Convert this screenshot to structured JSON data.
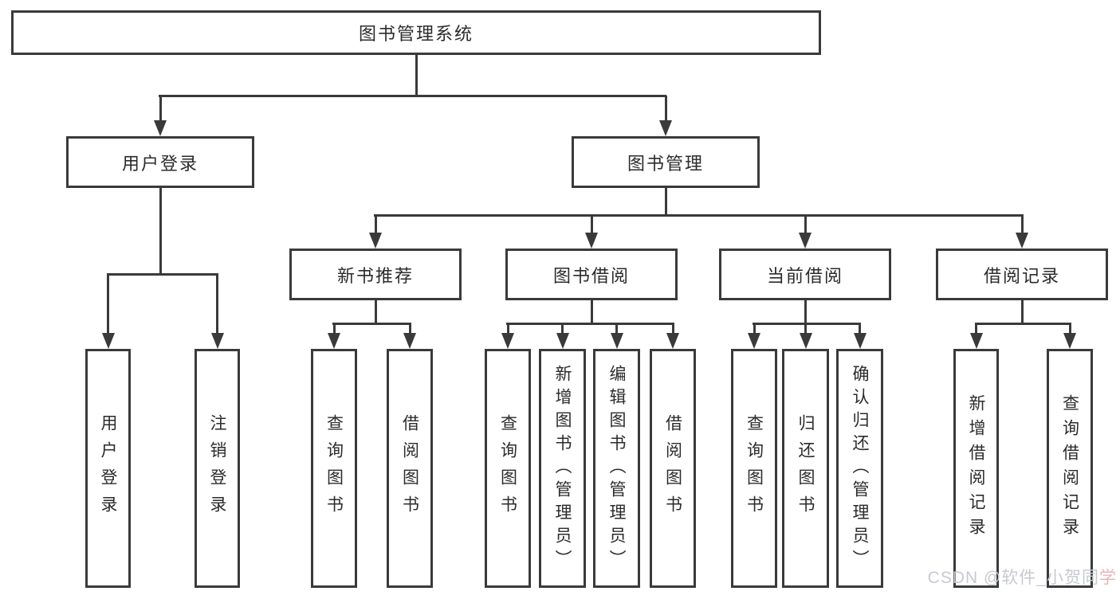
{
  "diagram_title": "图书管理系统",
  "nodes": {
    "root": {
      "label": "图书管理系统"
    },
    "user_login": {
      "label": "用户登录"
    },
    "book_mgmt": {
      "label": "图书管理"
    },
    "new_book_rec": {
      "label": "新书推荐"
    },
    "book_borrow": {
      "label": "图书借阅"
    },
    "current_borrow": {
      "label": "当前借阅"
    },
    "borrow_record": {
      "label": "借阅记录"
    },
    "leaf_user_login": {
      "label": "用户登录"
    },
    "leaf_logout": {
      "label": "注销登录"
    },
    "leaf_nb_query": {
      "label": "查询图书"
    },
    "leaf_nb_borrow": {
      "label": "借阅图书"
    },
    "leaf_bb_query": {
      "label": "查询图书"
    },
    "leaf_bb_add": {
      "label": "新增图书（管理员）"
    },
    "leaf_bb_edit": {
      "label": "编辑图书（管理员）"
    },
    "leaf_bb_borrow": {
      "label": "借阅图书"
    },
    "leaf_cb_query": {
      "label": "查询图书"
    },
    "leaf_cb_return": {
      "label": "归还图书"
    },
    "leaf_cb_confirm": {
      "label": "确认归还（管理员）"
    },
    "leaf_br_add": {
      "label": "新增借阅记录"
    },
    "leaf_br_query": {
      "label": "查询借阅记录"
    }
  },
  "hierarchy": {
    "root": [
      "user_login",
      "book_mgmt"
    ],
    "user_login": [
      "leaf_user_login",
      "leaf_logout"
    ],
    "book_mgmt": [
      "new_book_rec",
      "book_borrow",
      "current_borrow",
      "borrow_record"
    ],
    "new_book_rec": [
      "leaf_nb_query",
      "leaf_nb_borrow"
    ],
    "book_borrow": [
      "leaf_bb_query",
      "leaf_bb_add",
      "leaf_bb_edit",
      "leaf_bb_borrow"
    ],
    "current_borrow": [
      "leaf_cb_query",
      "leaf_cb_return",
      "leaf_cb_confirm"
    ],
    "borrow_record": [
      "leaf_br_add",
      "leaf_br_query"
    ]
  },
  "watermark": {
    "text_main": "CSDN @软件_小贺同",
    "text_accent": "学"
  },
  "colors": {
    "line": "#3a3a3a",
    "box_border": "#3a3a3a",
    "box_background": "#ffffff",
    "text": "#2b2b2b",
    "watermark": "#c6cad0"
  }
}
